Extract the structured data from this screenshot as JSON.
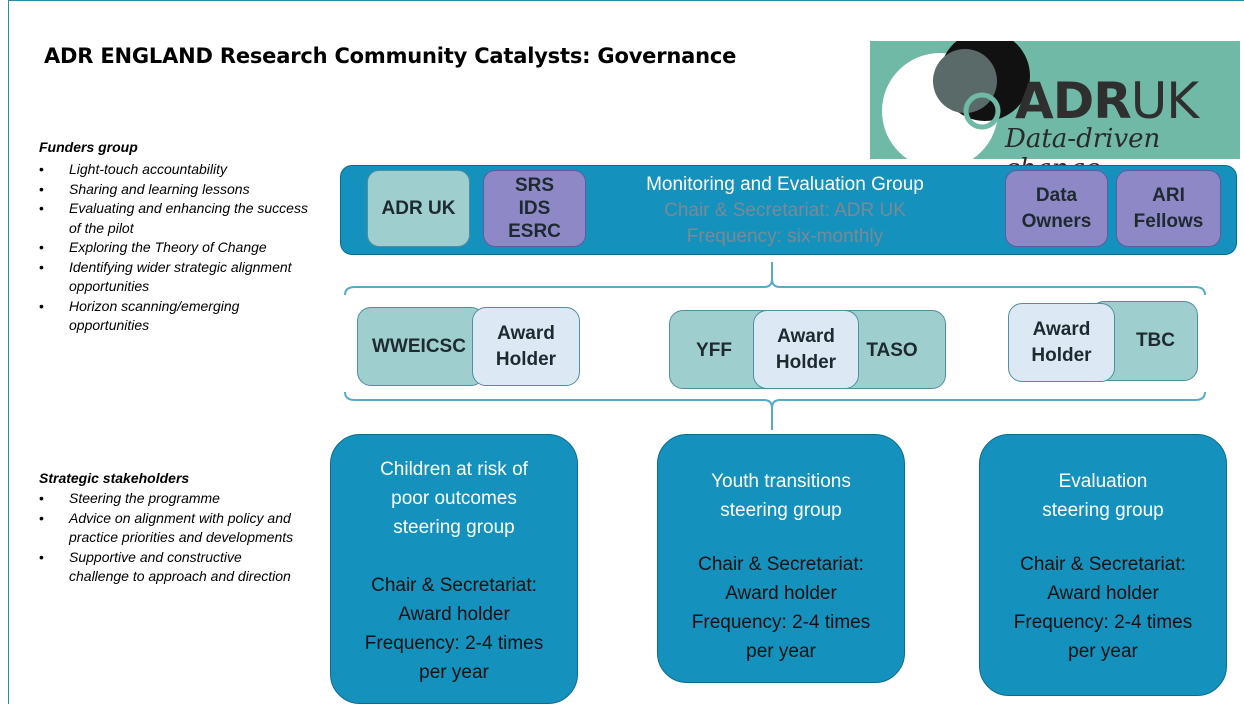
{
  "title": "ADR ENGLAND Research Community Catalysts: Governance",
  "logo": {
    "brand_bold": "ADR",
    "brand_thin": "UK",
    "tagline": "Data-driven change"
  },
  "funders": {
    "heading": "Funders group",
    "items": [
      "Light-touch accountability",
      "Sharing and learning lessons",
      "Evaluating and enhancing the success of the pilot",
      "Exploring the Theory of Change",
      "Identifying wider strategic alignment opportunities",
      "Horizon scanning/emerging opportunities"
    ]
  },
  "stakeholders": {
    "heading": "Strategic stakeholders",
    "items": [
      "Steering the programme",
      "Advice on alignment with policy and practice priorities and developments",
      "Supportive and constructive challenge to approach and direction"
    ]
  },
  "monitoring": {
    "title": "Monitoring and Evaluation Group",
    "chair": "Chair & Secretariat: ADR UK",
    "frequency": "Frequency: six-monthly",
    "left_boxes": {
      "adr_uk": "ADR UK",
      "funders": [
        "SRS",
        "IDS",
        "ESRC"
      ]
    },
    "right_boxes": {
      "data_owners": [
        "Data",
        "Owners"
      ],
      "ari_fellows": [
        "ARI",
        "Fellows"
      ]
    }
  },
  "partners": {
    "group1": {
      "partner": "WWEICSC",
      "holder": [
        "Award",
        "Holder"
      ]
    },
    "group2": {
      "left": "YFF",
      "holder": [
        "Award",
        "Holder"
      ],
      "right": "TASO"
    },
    "group3": {
      "holder": [
        "Award",
        "Holder"
      ],
      "partner": "TBC"
    }
  },
  "steering": [
    {
      "name": [
        "Children at risk of",
        "poor outcomes",
        "steering group"
      ],
      "info": [
        "Chair & Secretariat:",
        "Award holder",
        "Frequency: 2-4 times",
        "per year"
      ]
    },
    {
      "name": [
        "Youth transitions",
        "steering group"
      ],
      "info": [
        "Chair & Secretariat:",
        "Award holder",
        "Frequency: 2-4 times",
        "per year"
      ]
    },
    {
      "name": [
        "Evaluation",
        "steering group"
      ],
      "info": [
        "Chair & Secretariat:",
        "Award holder",
        "Frequency: 2-4 times",
        "per year"
      ]
    }
  ]
}
